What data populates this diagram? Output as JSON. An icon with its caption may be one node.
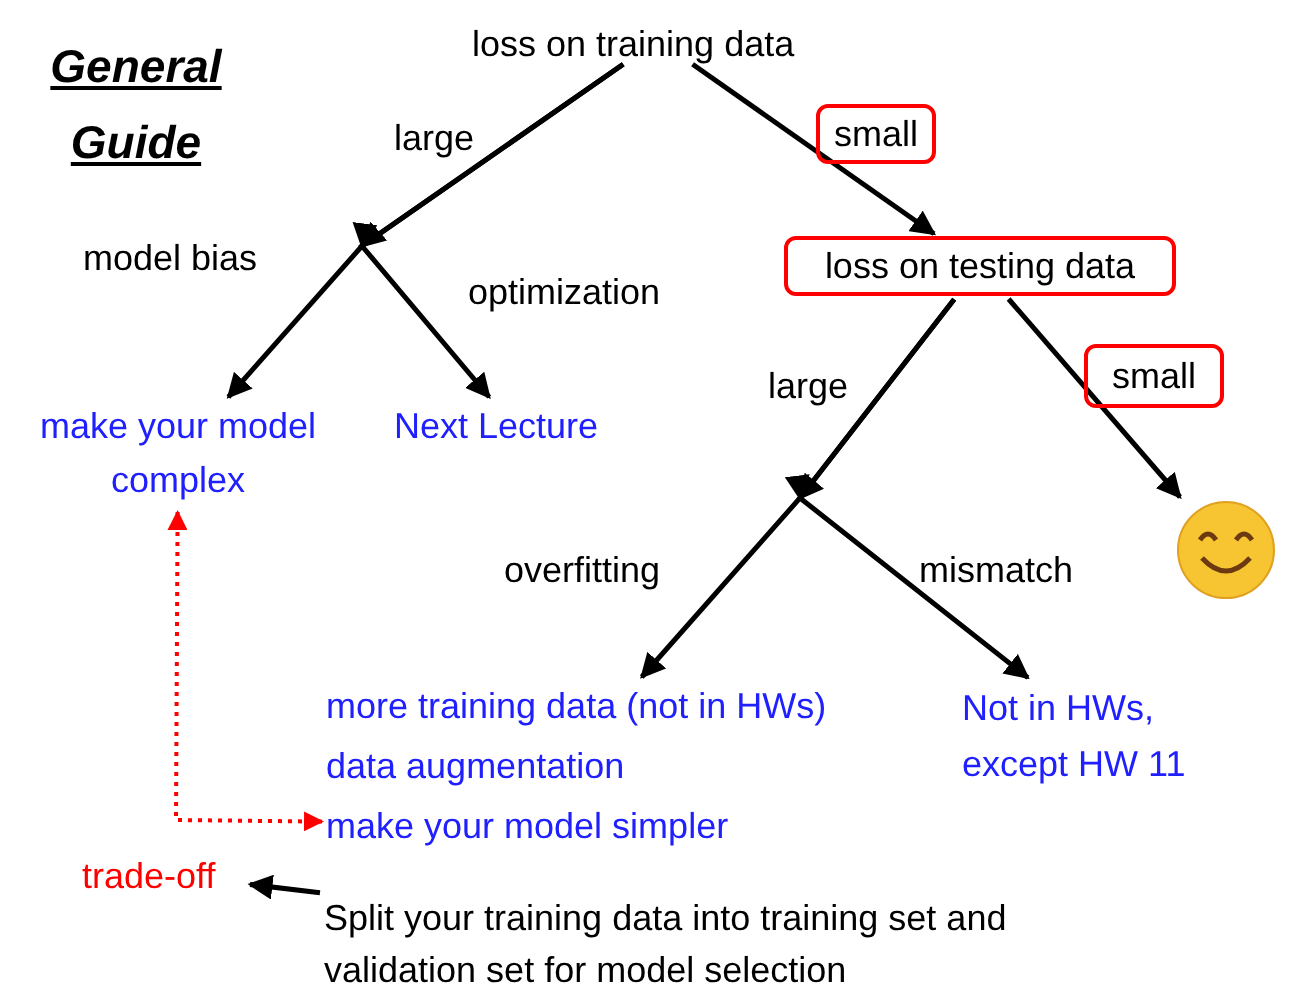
{
  "diagram": {
    "title": "General Guide",
    "nodes": [
      {
        "text": [
          "loss on training data"
        ]
      },
      {
        "text": [
          "small"
        ]
      },
      {
        "text": [
          "loss on testing data"
        ]
      },
      {
        "text": [
          "make your model complex"
        ]
      },
      {
        "text": [
          "Next Lecture"
        ]
      },
      {
        "text": [
          "small"
        ]
      },
      {
        "text": [],
        "shape": "picture"
      },
      {
        "text": [
          "more training data (not in HWs)"
        ]
      },
      {
        "text": [
          "data augmentation"
        ]
      },
      {
        "text": [
          "make your model simpler"
        ]
      },
      {
        "text": [
          "Not in HWs, except HW 11"
        ]
      },
      {
        "text": [
          "trade-off"
        ]
      },
      {
        "text": [
          "Split your training data into training set and validation set for model selection"
        ]
      }
    ],
    "edges": [
      {
        "from": 0,
        "to": 3,
        "arrow": "to",
        "label": "model bias"
      },
      {
        "from": 0,
        "to": 4,
        "arrow": "to",
        "label": "optimization"
      },
      {
        "from": 0,
        "to": 2,
        "arrow": "to"
      },
      {
        "from": 2,
        "to": 7,
        "arrow": "to",
        "label": "overfitting"
      },
      {
        "from": 2,
        "to": 10,
        "arrow": "to",
        "label": "mismatch"
      },
      {
        "from": 2,
        "to": 6,
        "arrow": "to"
      },
      {
        "from": 3,
        "to": 9,
        "arrow": "both",
        "style": "dashed",
        "color": "#ff0000"
      },
      {
        "from": 12,
        "to": 11,
        "arrow": "to"
      }
    ],
    "labels": [
      "large",
      "large"
    ]
  }
}
